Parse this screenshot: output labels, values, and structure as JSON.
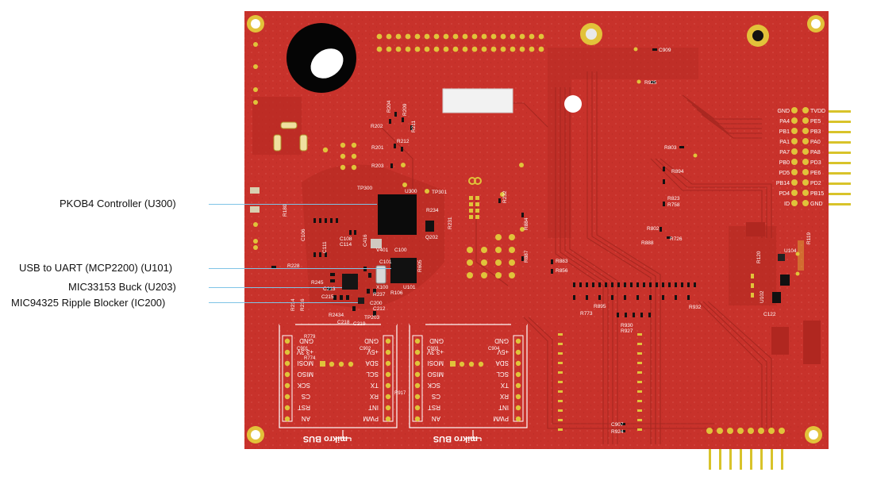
{
  "callouts": [
    {
      "id": "u300",
      "text": "PKOB4 Controller (U300)"
    },
    {
      "id": "u101",
      "text": "USB to UART (MCP2200) (U101)"
    },
    {
      "id": "u203",
      "text": "MIC33153 Buck (U203)"
    },
    {
      "id": "ic200",
      "text": "MIC94325 Ripple Blocker (IC200)"
    }
  ],
  "board": {
    "chip_labels": {
      "u300": "U300",
      "tp300": "TP300",
      "tp301": "TP301",
      "u101": "U101",
      "q202": "Q202"
    },
    "header_pins": [
      {
        "left": "GND",
        "right": "TVDD"
      },
      {
        "left": "PA4",
        "right": "PE5"
      },
      {
        "left": "PB1",
        "right": "PB3"
      },
      {
        "left": "PA1",
        "right": "PA0"
      },
      {
        "left": "PA7",
        "right": "PA8"
      },
      {
        "left": "PB0",
        "right": "PD3"
      },
      {
        "left": "PD5",
        "right": "PE6"
      },
      {
        "left": "PB14",
        "right": "PD2"
      },
      {
        "left": "PD4",
        "right": "PB15"
      },
      {
        "left": "ID",
        "right": "GND"
      }
    ],
    "mikrobus": {
      "left_pins": [
        "AN",
        "RST",
        "CS",
        "SCK",
        "MISO",
        "MOSI",
        "+3.3V",
        "GND"
      ],
      "right_pins": [
        "PWM",
        "INT",
        "RX",
        "TX",
        "SCL",
        "SDA",
        "+5V",
        "GND"
      ],
      "logo": "mikro BUS",
      "slot1": {
        "cap1": "C901",
        "cap2": "C902",
        "res1": "R779",
        "res2": "R774"
      },
      "slot2": {
        "cap1": "C903",
        "cap2": "C904"
      },
      "between": "R917"
    },
    "ref_labels": {
      "c909": "C909",
      "r925": "R925",
      "r803": "R803",
      "r894": "R894",
      "r823": "R823",
      "r758": "R758",
      "r802": "R802",
      "r726": "R726",
      "r888": "R888",
      "r883": "R883",
      "r856": "R856",
      "r887": "R887",
      "r884": "R884",
      "r232": "R232",
      "r234": "R234",
      "r231": "R231",
      "r202": "R202",
      "r204": "R204",
      "r209": "R209",
      "r211": "R211",
      "r212": "R212",
      "r201": "R201",
      "r203": "R203",
      "r228": "R228",
      "r245": "R245",
      "c213": "C213",
      "c215": "C215",
      "c218": "C218",
      "tp203": "TP203",
      "r2434": "R2434",
      "r237": "R237",
      "r106": "R106",
      "x100": "X100",
      "c101": "C101",
      "v401": "V401",
      "c416": "C416",
      "c108": "C108",
      "c114": "C114",
      "c106": "C106",
      "c111": "C111",
      "r180": "R180",
      "c907": "C907",
      "r924": "R924",
      "r773": "R773",
      "r895": "R895",
      "r930": "R930",
      "r927": "R927",
      "r932": "R932",
      "u104": "U104",
      "r119": "R119",
      "c122": "C122",
      "u102": "U102",
      "r120": "R120",
      "r605": "R605",
      "c100": "C100",
      "r216": "R216",
      "r214": "R214",
      "c212": "C212",
      "c219": "C219",
      "c200": "C200"
    }
  }
}
